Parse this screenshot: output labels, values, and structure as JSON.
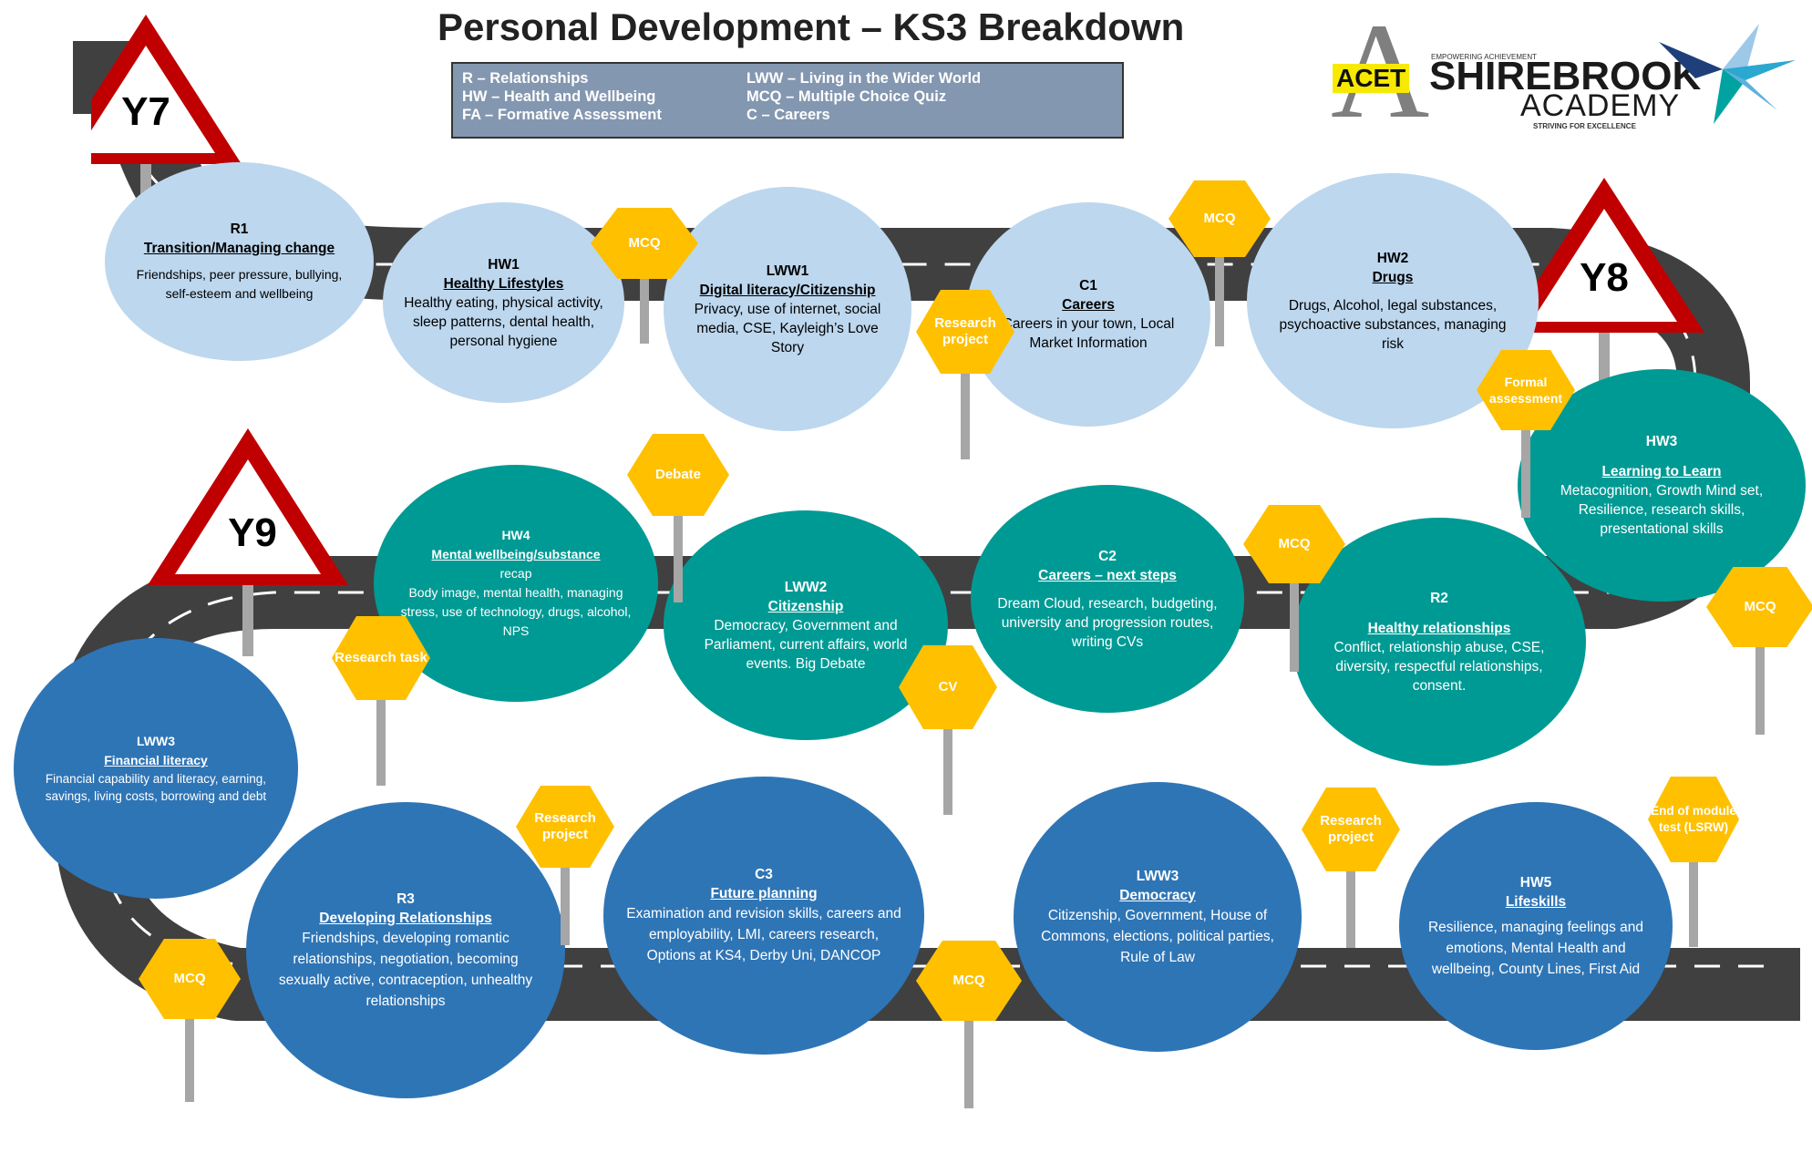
{
  "title": "Personal Development – KS3 Breakdown",
  "legend": {
    "left": [
      "R – Relationships",
      "HW – Health and Wellbeing",
      "FA – Formative Assessment"
    ],
    "right": [
      "LWW – Living in the Wider World",
      "MCQ – Multiple Choice Quiz",
      "C – Careers"
    ]
  },
  "logo": {
    "acet": "ACET",
    "shirebrook": "SHIREBROOK",
    "academy": "ACADEMY",
    "tagline_top": "EMPOWERING ACHIEVEMENT",
    "tagline_bottom": "STRIVING FOR EXCELLENCE"
  },
  "years": {
    "y7": "Y7",
    "y8": "Y8",
    "y9": "Y9"
  },
  "modules": [
    {
      "id": "r1",
      "code": "R1",
      "name": "Transition/Managing change",
      "desc": "Friendships, peer pressure, bullying, self-esteem and wellbeing"
    },
    {
      "id": "hw1",
      "code": "HW1",
      "name": "Healthy Lifestyles",
      "desc": "Healthy eating, physical activity, sleep patterns, dental health, personal hygiene"
    },
    {
      "id": "lww1",
      "code": "LWW1",
      "name": "Digital literacy/Citizenship",
      "desc": "Privacy, use of internet, social media, CSE, Kayleigh’s Love Story"
    },
    {
      "id": "c1",
      "code": "C1",
      "name": "Careers",
      "desc": "Careers in your town, Local Market Information"
    },
    {
      "id": "hw2",
      "code": "HW2",
      "name": "Drugs",
      "desc": "Drugs, Alcohol, legal substances, psychoactive substances, managing risk"
    },
    {
      "id": "hw3",
      "code": "HW3",
      "name": "Learning to Learn",
      "desc": "Metacognition, Growth Mind set, Resilience, research skills, presentational skills"
    },
    {
      "id": "r2",
      "code": "R2",
      "name": "Healthy relationships",
      "desc": "Conflict, relationship abuse, CSE, diversity, respectful relationships, consent."
    },
    {
      "id": "c2",
      "code": "C2",
      "name": "Careers – next steps",
      "desc": "Dream Cloud, research, budgeting, university and progression routes, writing CVs"
    },
    {
      "id": "lww2",
      "code": "LWW2",
      "name": "Citizenship",
      "desc": "Democracy, Government and Parliament, current affairs, world events. Big Debate"
    },
    {
      "id": "hw4",
      "code": "HW4",
      "name": "Mental wellbeing/substance",
      "pre": "recap",
      "desc": "Body image, mental health, managing stress, use of technology, drugs, alcohol, NPS"
    },
    {
      "id": "lww3a",
      "code": "LWW3",
      "name": "Financial literacy",
      "desc": "Financial capability and literacy, earning, savings, living costs, borrowing and debt"
    },
    {
      "id": "r3",
      "code": "R3",
      "name": "Developing Relationships",
      "desc": "Friendships, developing romantic relationships, negotiation, becoming sexually active, contraception, unhealthy relationships"
    },
    {
      "id": "c3",
      "code": "C3",
      "name": "Future planning",
      "desc": "Examination and revision skills, careers and employability, LMI, careers research, Options at KS4, Derby Uni, DANCOP"
    },
    {
      "id": "lww3b",
      "code": "LWW3",
      "name": "Democracy",
      "desc": "Citizenship, Government, House of Commons, elections, political parties, Rule of Law"
    },
    {
      "id": "hw5",
      "code": "HW5",
      "name": "Lifeskills",
      "desc": "Resilience, managing feelings and emotions, Mental Health and wellbeing, County Lines, First Aid"
    }
  ],
  "assessments": [
    {
      "id": "s1",
      "label": "MCQ"
    },
    {
      "id": "s2",
      "label": "Research project"
    },
    {
      "id": "s3",
      "label": "MCQ"
    },
    {
      "id": "s4",
      "label": "Formal assessment"
    },
    {
      "id": "s5",
      "label": "MCQ"
    },
    {
      "id": "s6",
      "label": "MCQ"
    },
    {
      "id": "s7",
      "label": "CV"
    },
    {
      "id": "s8",
      "label": "Debate"
    },
    {
      "id": "s9",
      "label": "Research task"
    },
    {
      "id": "s10",
      "label": "Research project"
    },
    {
      "id": "s11",
      "label": "MCQ"
    },
    {
      "id": "s12",
      "label": "MCQ"
    },
    {
      "id": "s13",
      "label": "Research project"
    },
    {
      "id": "s14",
      "label": "End of module test (LSRW)"
    }
  ],
  "colors": {
    "road": "#404040",
    "y7_light_circle": "#bdd7ee",
    "y8_teal_circle": "#009a94",
    "y9_blue_circle": "#2e75b6",
    "assessment_sign": "#ffc000",
    "warning_red": "#c00000",
    "legend_box": "#8497b0"
  }
}
